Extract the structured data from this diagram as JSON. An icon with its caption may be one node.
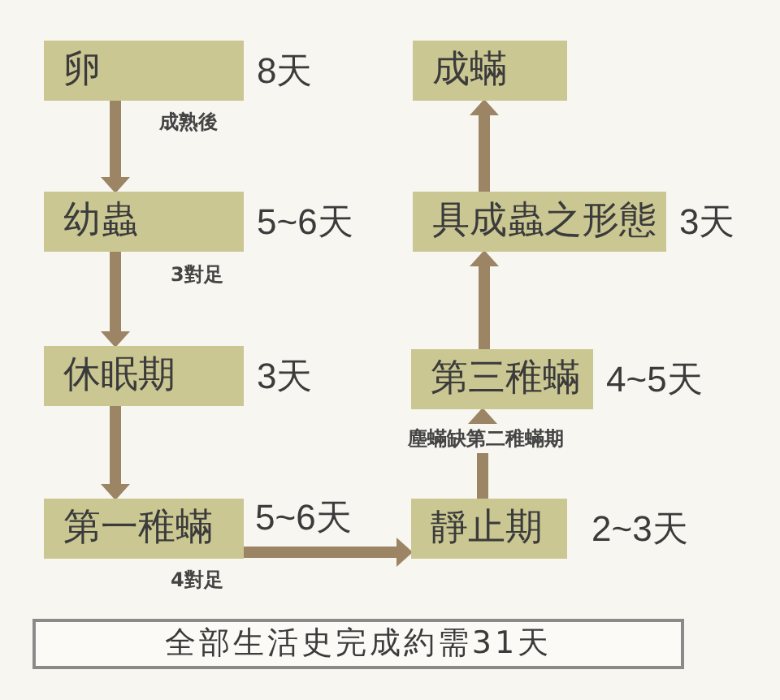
{
  "diagram": {
    "nodes": [
      {
        "text": [
          "卵"
        ],
        "beside": [
          "8天",
          "成熟後"
        ]
      },
      {
        "text": [
          "幼蟲"
        ],
        "beside": [
          "5~6天",
          "3對足"
        ]
      },
      {
        "text": [
          "休眠期"
        ],
        "beside": [
          "3天"
        ]
      },
      {
        "text": [
          "第一稚蟎"
        ],
        "beside": [
          "5~6天",
          "4對足"
        ]
      },
      {
        "text": [
          "靜止期"
        ],
        "beside": [
          "2~3天"
        ]
      },
      {
        "text": [
          "第三稚蟎"
        ],
        "beside": [
          "4~5天",
          "塵蟎缺第二稚蟎期"
        ]
      },
      {
        "text": [
          "具成蟲之形態"
        ],
        "beside": [
          "3天"
        ]
      },
      {
        "text": [
          "成蟎"
        ]
      },
      {
        "text": [
          "全部生活史完成約需31天"
        ]
      }
    ],
    "edges": [
      {
        "from": 0,
        "to": 1,
        "arrow": "to"
      },
      {
        "from": 1,
        "to": 2,
        "arrow": "to"
      },
      {
        "from": 2,
        "to": 3,
        "arrow": "to"
      },
      {
        "from": 3,
        "to": 4,
        "arrow": "to"
      },
      {
        "from": 4,
        "to": 5,
        "arrow": "to"
      },
      {
        "from": 5,
        "to": 6,
        "arrow": "to"
      },
      {
        "from": 6,
        "to": 7,
        "arrow": "to"
      }
    ]
  }
}
